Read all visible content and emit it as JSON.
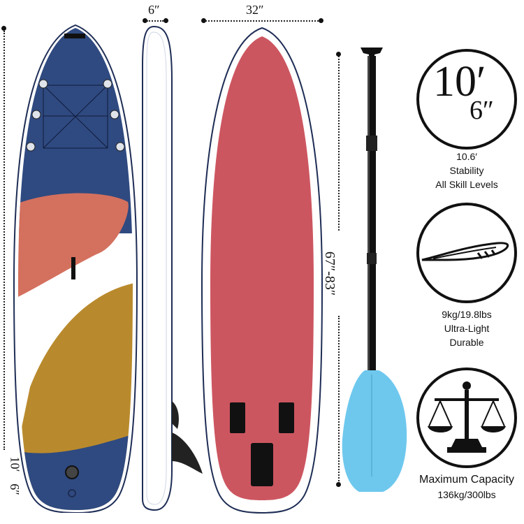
{
  "dimensions": {
    "thickness": "6″",
    "width": "32″",
    "length_top": "10′",
    "length_bottom": "6″",
    "paddle_length": "67″-83″"
  },
  "features": {
    "size": {
      "big_feet": "10′",
      "big_inches": "6″",
      "value": "10.6′",
      "line1": "Stability",
      "line2": "All Skill Levels"
    },
    "weight": {
      "value": "9kg/19.8lbs",
      "line1": "Ultra-Light",
      "line2": "Durable"
    },
    "capacity": {
      "title": "Maximum Capacity",
      "value": "136kg/300lbs"
    }
  },
  "colors": {
    "navy": "#2f4a80",
    "coral": "#d4705e",
    "mustard": "#b98a2d",
    "red_deck": "#cc5660",
    "paddle_blade": "#6ec8ee"
  }
}
